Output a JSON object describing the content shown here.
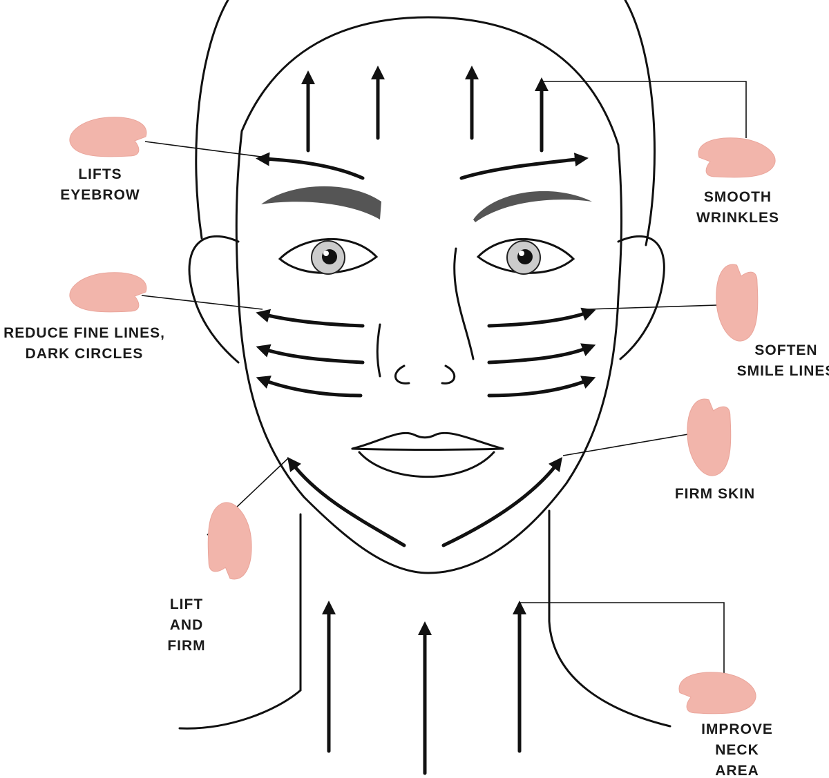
{
  "labels": {
    "lifts_eyebrow": [
      "LIFTS",
      "EYEBROW"
    ],
    "smooth_wrinkles": [
      "SMOOTH",
      "WRINKLES"
    ],
    "reduce_fine_lines": [
      "REDUCE FINE LINES,",
      "DARK CIRCLES"
    ],
    "soften_smile_lines": [
      "SOFTEN",
      "SMILE LINES"
    ],
    "firm_skin": [
      "FIRM SKIN"
    ],
    "lift_and_firm": [
      "LIFT",
      "AND",
      "FIRM"
    ],
    "improve_neck_area": [
      "IMPROVE",
      "NECK",
      "AREA"
    ]
  },
  "colors": {
    "stone": "#f2b5ab",
    "ink": "#111111",
    "brow": "#555555"
  }
}
